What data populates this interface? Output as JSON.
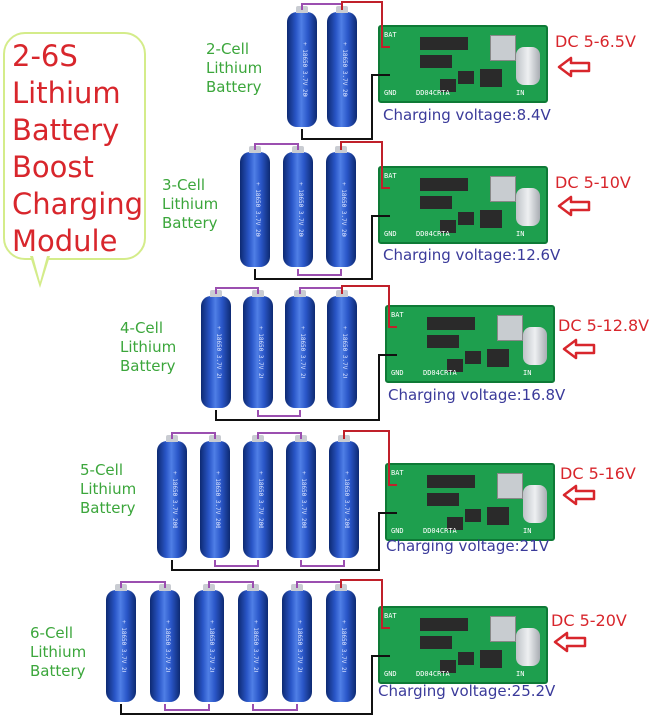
{
  "bubble": {
    "lines": [
      "2-6S",
      "Lithium",
      "Battery",
      "Boost",
      "Charging",
      "Module"
    ]
  },
  "sections": [
    {
      "cell_label": [
        "2-Cell",
        "Lithium",
        "Battery"
      ],
      "dc_label": "DC 5-6.5V",
      "charge_label": "Charging voltage:8.4V"
    },
    {
      "cell_label": [
        "3-Cell",
        "Lithium",
        "Battery"
      ],
      "dc_label": "DC 5-10V",
      "charge_label": "Charging voltage:12.6V"
    },
    {
      "cell_label": [
        "4-Cell",
        "Lithium",
        "Battery"
      ],
      "dc_label": "DC 5-12.8V",
      "charge_label": "Charging voltage:16.8V"
    },
    {
      "cell_label": [
        "5-Cell",
        "Lithium",
        "Battery"
      ],
      "dc_label": "DC 5-16V",
      "charge_label": "Charging voltage:21V"
    },
    {
      "cell_label": [
        "6-Cell",
        "Lithium",
        "Battery"
      ],
      "dc_label": "DC 5-20V",
      "charge_label": "Charging voltage:25.2V"
    }
  ],
  "battery_print": "+ 18650 3.7V 2000mAh",
  "board": {
    "silk_top": "BAT",
    "silk_gnd": "GND",
    "silk_in": "IN",
    "silk_code": "DD04CRTA"
  },
  "colors": {
    "red": "#d8262c",
    "green": "#3ba63b",
    "blue_text": "#3a3a9a",
    "board": "#1e9f4e",
    "battery": "#2a56c8",
    "bubble_border": "#d4ec8a"
  }
}
